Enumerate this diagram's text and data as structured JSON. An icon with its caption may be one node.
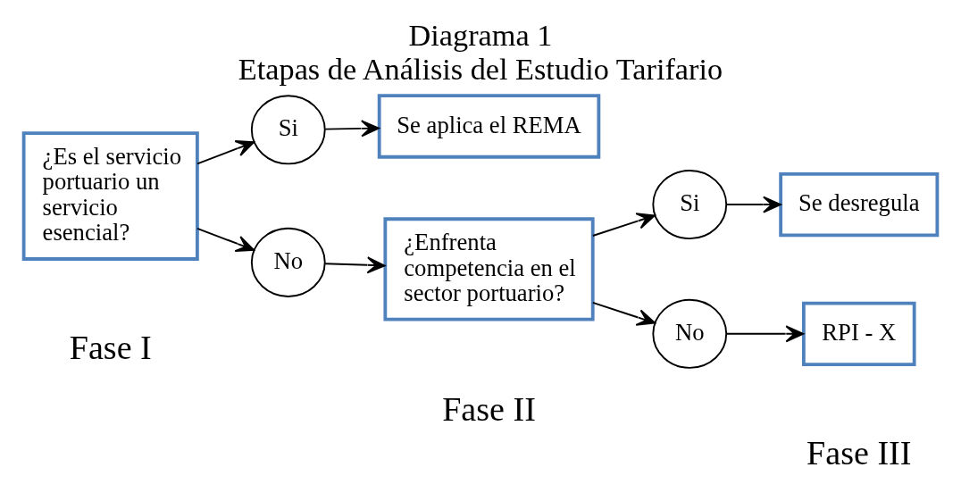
{
  "diagram": {
    "title": "Diagrama 1",
    "caption": "Etapas de Análisis del Estudio Tarifario",
    "nodes": [
      {
        "text": [
          "¿Es el servicio portuario un servicio esencial?"
        ]
      },
      {
        "text": [
          "Si"
        ]
      },
      {
        "text": [
          "No"
        ]
      },
      {
        "text": [
          "Se aplica el REMA"
        ]
      },
      {
        "text": [
          "¿Enfrenta competencia en el sector portuario?"
        ]
      },
      {
        "text": [
          "Si"
        ]
      },
      {
        "text": [
          "No"
        ]
      },
      {
        "text": [
          "Se desregula"
        ]
      },
      {
        "text": [
          "RPI - X"
        ]
      }
    ],
    "edges": [
      {
        "from": 0,
        "to": 1,
        "arrow": "to"
      },
      {
        "from": 0,
        "to": 2,
        "arrow": "to"
      },
      {
        "from": 1,
        "to": 3,
        "arrow": "to"
      },
      {
        "from": 2,
        "to": 4,
        "arrow": "to"
      },
      {
        "from": 4,
        "to": 5,
        "arrow": "to"
      },
      {
        "from": 4,
        "to": 6,
        "arrow": "to"
      },
      {
        "from": 5,
        "to": 7,
        "arrow": "to"
      },
      {
        "from": 6,
        "to": 8,
        "arrow": "to"
      }
    ],
    "labels": [
      "Fase I",
      "Fase II",
      "Fase III"
    ]
  }
}
